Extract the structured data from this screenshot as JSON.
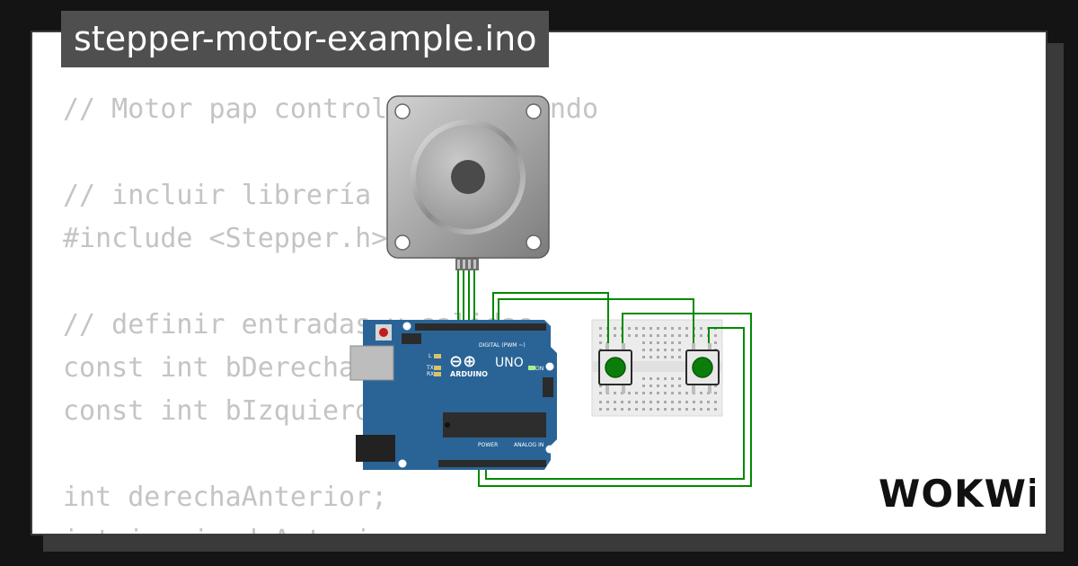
{
  "title": "stepper-motor-example.ino",
  "code_lines": [
    "// Motor pap controlado por mando",
    "",
    "// incluir librería",
    "#include <Stepper.h>",
    "",
    "// definir entradas y salidas",
    "const int bDerecha",
    "const int bIzquierda",
    "",
    "int derechaAnterior;",
    "int izquierdaAnterior;"
  ],
  "board": {
    "brand": "ARDUINO",
    "model": "UNO",
    "digital_label": "DIGITAL (PWM ~)",
    "power_label": "POWER",
    "analog_label": "ANALOG IN",
    "on_label": "ON",
    "l_label": "L",
    "tx_label": "TX",
    "rx_label": "RX"
  },
  "logo_text": "WOKWi",
  "colors": {
    "background": "#141414",
    "card": "#ffffff",
    "code_text": "#c4c4c4",
    "title_bg": "#4f4f4f",
    "wire": "#008a00",
    "board": "#2a6496",
    "button": "#0b7d0b"
  }
}
